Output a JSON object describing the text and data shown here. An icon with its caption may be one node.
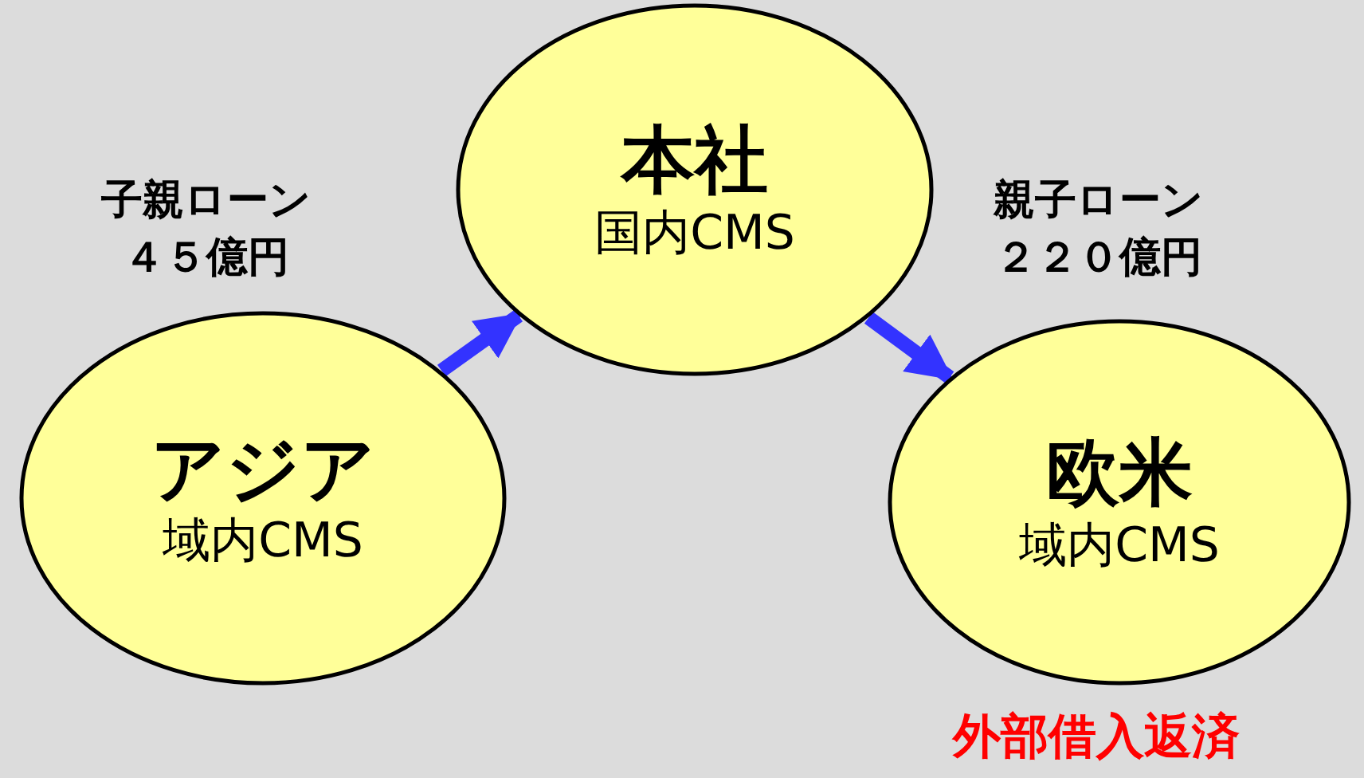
{
  "diagram": {
    "nodes": [
      {
        "text": [
          "本社",
          "国内CMS"
        ]
      },
      {
        "text": [
          "アジア",
          "域内CMS"
        ]
      },
      {
        "text": [
          "欧米",
          "域内CMS"
        ]
      }
    ],
    "edges": [
      {
        "from": 1,
        "to": 0,
        "arrow": "to",
        "label": "子親ローン４５億円"
      },
      {
        "from": 0,
        "to": 2,
        "arrow": "to",
        "label": "親子ローン２２０億円"
      }
    ],
    "labels": [
      "外部借入返済"
    ]
  }
}
